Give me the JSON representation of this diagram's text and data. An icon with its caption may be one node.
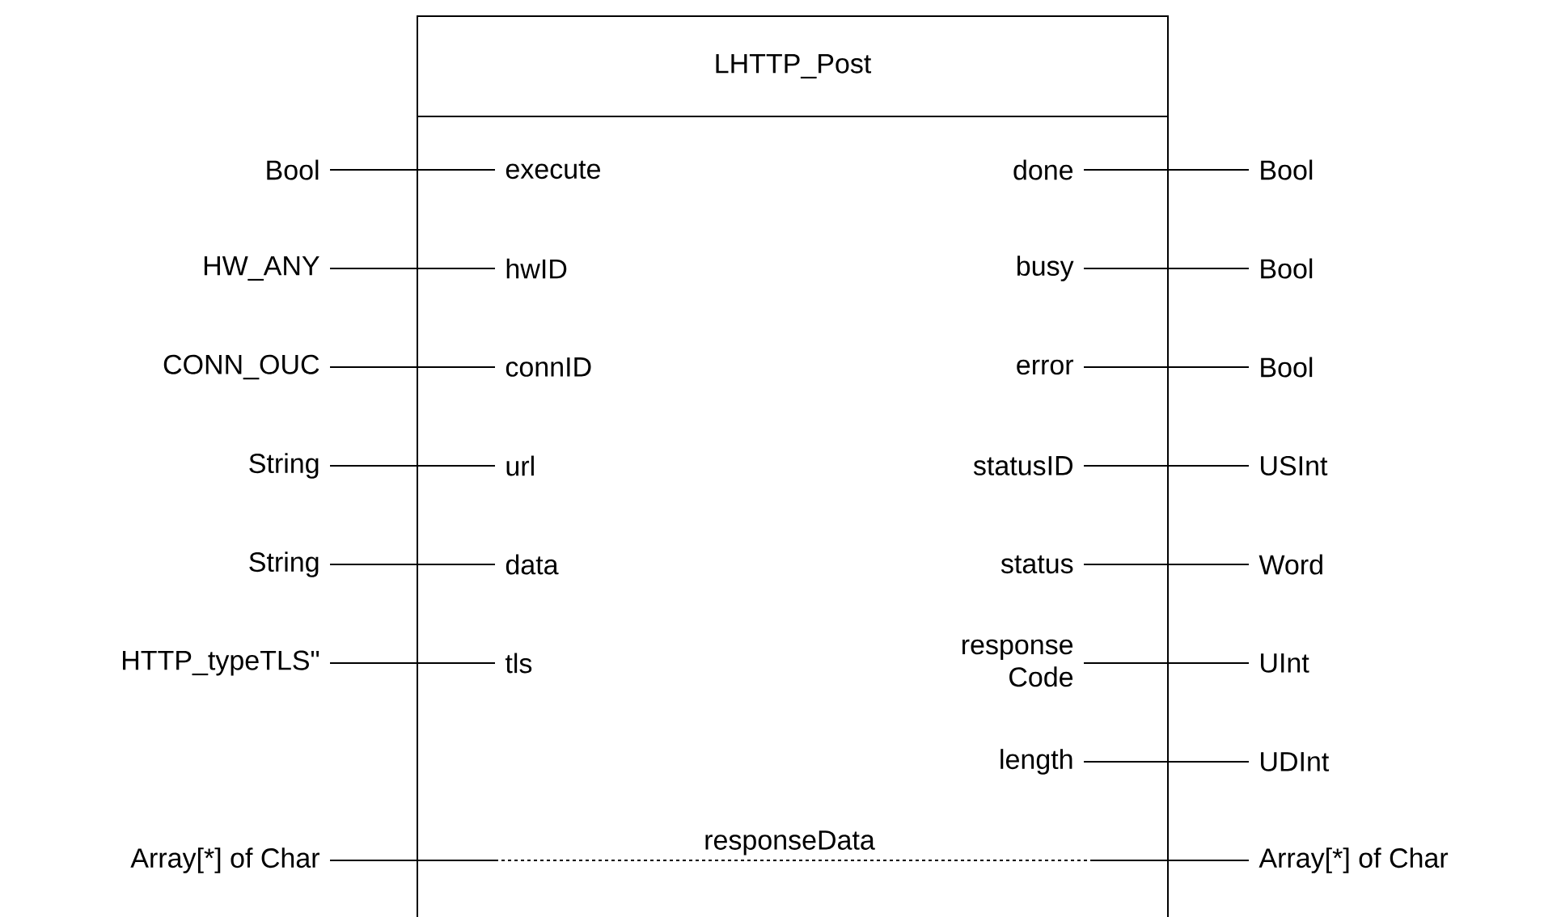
{
  "diagram": {
    "nodes": [
      {
        "text": [
          "LHTTP_Post"
        ]
      },
      {
        "text": [
          "Bool"
        ]
      },
      {
        "text": [
          "execute"
        ],
        "in": 0
      },
      {
        "text": [
          "done"
        ],
        "in": 0
      },
      {
        "text": [
          "Bool"
        ]
      },
      {
        "text": [
          "HW_ANY"
        ]
      },
      {
        "text": [
          "hwID"
        ],
        "in": 0
      },
      {
        "text": [
          "busy"
        ],
        "in": 0
      },
      {
        "text": [
          "Bool"
        ]
      },
      {
        "text": [
          "CONN_OUC"
        ]
      },
      {
        "text": [
          "connID"
        ],
        "in": 0
      },
      {
        "text": [
          "error"
        ],
        "in": 0
      },
      {
        "text": [
          "Bool"
        ]
      },
      {
        "text": [
          "String"
        ]
      },
      {
        "text": [
          "url"
        ],
        "in": 0
      },
      {
        "text": [
          "statusID"
        ],
        "in": 0
      },
      {
        "text": [
          "USInt"
        ]
      },
      {
        "text": [
          "String"
        ]
      },
      {
        "text": [
          "data"
        ],
        "in": 0
      },
      {
        "text": [
          "status"
        ],
        "in": 0
      },
      {
        "text": [
          "Word"
        ]
      },
      {
        "text": [
          "HTTP_typeTLS\""
        ]
      },
      {
        "text": [
          "tls"
        ],
        "in": 0
      },
      {
        "text": [
          "response Code"
        ],
        "in": 0
      },
      {
        "text": [
          "UInt"
        ]
      },
      {
        "text": [
          "length"
        ],
        "in": 0
      },
      {
        "text": [
          "UDInt"
        ]
      },
      {
        "text": [
          "Array[*] of Char"
        ]
      },
      {
        "text": [
          "Array[*] of Char"
        ]
      }
    ],
    "edges": [
      {
        "from": 1,
        "to": 2,
        "arrow": "none"
      },
      {
        "from": 3,
        "to": 4,
        "arrow": "none"
      },
      {
        "from": 5,
        "to": 6,
        "arrow": "none"
      },
      {
        "from": 7,
        "to": 8,
        "arrow": "none"
      },
      {
        "from": 9,
        "to": 10,
        "arrow": "none"
      },
      {
        "from": 11,
        "to": 12,
        "arrow": "none"
      },
      {
        "from": 13,
        "to": 14,
        "arrow": "none"
      },
      {
        "from": 15,
        "to": 16,
        "arrow": "none"
      },
      {
        "from": 17,
        "to": 18,
        "arrow": "none"
      },
      {
        "from": 19,
        "to": 20,
        "arrow": "none"
      },
      {
        "from": 21,
        "to": 22,
        "arrow": "none"
      },
      {
        "from": 23,
        "to": 24,
        "arrow": "none"
      },
      {
        "from": 25,
        "to": 26,
        "arrow": "none"
      },
      {
        "from": 27,
        "to": 28,
        "arrow": "none",
        "label": "responseData",
        "style": "dashed"
      }
    ]
  }
}
